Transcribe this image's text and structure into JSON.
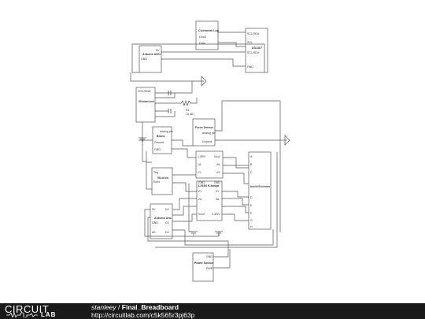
{
  "components": {
    "clockwork": {
      "title": "Clockwork Log",
      "pins": [
        "Clock",
        "Data"
      ]
    },
    "arduino_uno_top": {
      "title": "Arduino UNO",
      "pins": [
        "GND",
        "5V"
      ]
    },
    "ds1307": {
      "title": "DS1307",
      "pins": [
        "SCL/SDA",
        "SCL",
        "SCL/SDA",
        "GND"
      ]
    },
    "usb": {
      "title": "USB Breadboard Connector",
      "pins": [
        "VCC/GND"
      ]
    },
    "r1": {
      "name": "R1",
      "value": "10 kΩ"
    },
    "bruno": {
      "title": "Bruno",
      "pins": [
        "analog pin",
        "Ground",
        "GND"
      ]
    },
    "force_sensor": {
      "title": "Force Sensor",
      "pins": [
        "analog pin",
        "Ground"
      ]
    },
    "l293": {
      "title": "L293N H-bridge",
      "pins": [
        "1,2EN",
        "Vcc1",
        "1A",
        "4A",
        "1Y",
        "4Y",
        "GND",
        "GND",
        "2Y",
        "3Y",
        "2A",
        "3A",
        "Vcc2",
        "3,4EN"
      ]
    },
    "sr04": {
      "title": "SR04 ultr Sonic",
      "pins": [
        "Trig",
        "Echo"
      ]
    },
    "potentiometer": {
      "title": "Motorized Slide PDR Series Potentiometer",
      "pins": [
        "A",
        "B",
        "C",
        "D",
        "E",
        "F",
        "G",
        "H"
      ]
    },
    "arduino_uno": {
      "title": "Arduino Uno",
      "pins": [
        "5V",
        "GND",
        "A0",
        "D2",
        "D3",
        "D4"
      ]
    },
    "power_source": {
      "title": "Power Source",
      "pins": [
        "GND",
        "PWR"
      ]
    }
  },
  "footer": {
    "brand": "CIRCUIT",
    "brand_sub": "LAB",
    "user": "stanleey",
    "separator": " / ",
    "project": "Final_Breadboard",
    "url": "http://circuitlab.com/c5k565r3pj63p"
  },
  "colors": {
    "wire": "#555555",
    "footer_bg": "#1a1a1a",
    "footer_text": "#ffffff"
  }
}
